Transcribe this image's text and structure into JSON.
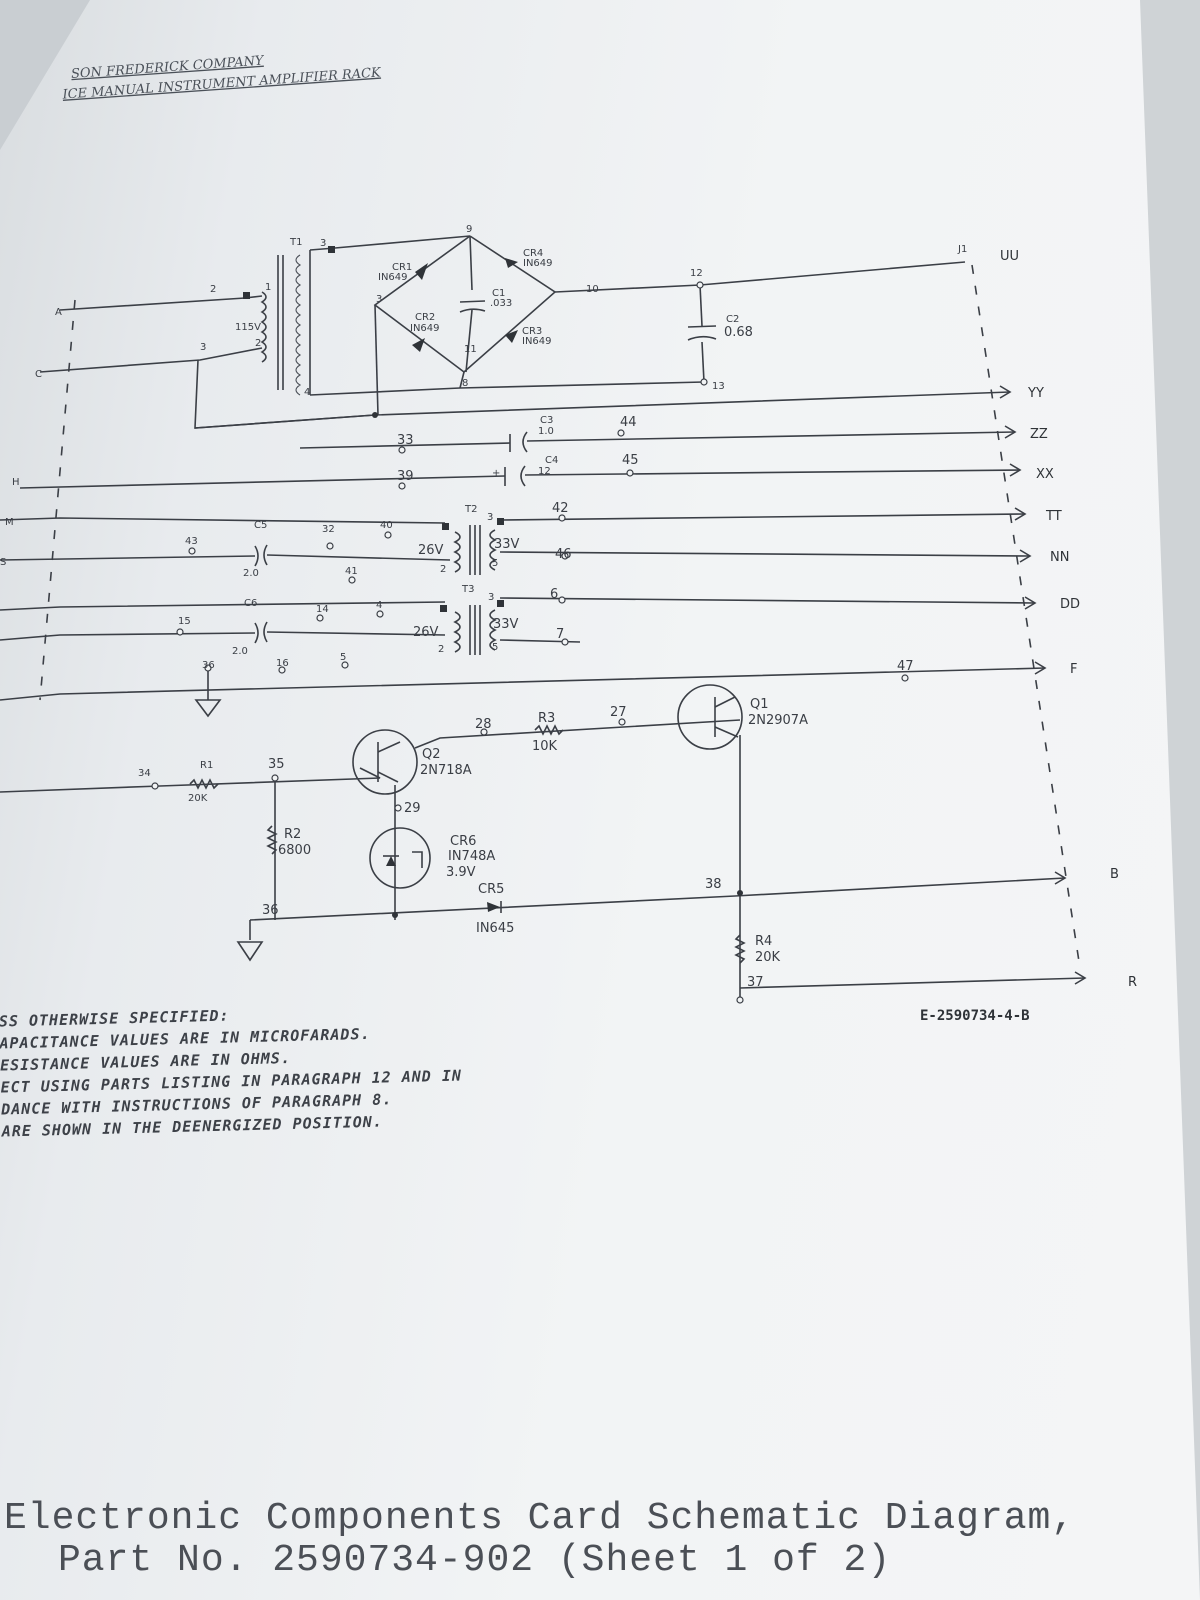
{
  "header": {
    "line1": "SON FREDERICK COMPANY",
    "line2": "ICE MANUAL  INSTRUMENT AMPLIFIER RACK"
  },
  "schematic": {
    "components": {
      "T1": "T1",
      "T1_primary": "115V",
      "CR1": "CR1",
      "CR1_part": "IN649",
      "CR2": "CR2",
      "CR2_part": "IN649",
      "CR3": "CR3",
      "CR3_part": "IN649",
      "CR4": "CR4",
      "CR4_part": "IN649",
      "C1": "C1",
      "C1_value": ".033",
      "C2": "C2",
      "C2_value": "0.68",
      "C3": "C3",
      "C3_value": "1.0",
      "C4": "C4",
      "C4_value": "12",
      "C5": "C5",
      "C5_value": "2.0",
      "C6": "C6",
      "C6_value": "2.0",
      "T2": "T2",
      "T2_primary": "26V",
      "T2_secondary": "33V",
      "T3": "T3",
      "T3_primary": "26V",
      "T3_secondary": "33V",
      "Q1": "Q1",
      "Q1_part": "2N2907A",
      "Q2": "Q2",
      "Q2_part": "2N718A",
      "R1": "R1",
      "R1_value": "20K",
      "R2": "R2",
      "R2_value": "6800",
      "R3": "R3",
      "R3_value": "10K",
      "R4": "R4",
      "R4_value": "20K",
      "CR5": "CR5",
      "CR5_part": "IN645",
      "CR6": "CR6",
      "CR6_part": "IN748A",
      "CR6_voltage": "3.9V",
      "J1": "J1"
    },
    "nodes": {
      "n1": "1",
      "n2": "2",
      "n3": "3",
      "n4": "4",
      "n5": "5",
      "n6": "6",
      "n7": "7",
      "n8": "8",
      "n9": "9",
      "n10": "10",
      "n11": "11",
      "n12": "12",
      "n13": "13",
      "n14": "14",
      "n15": "15",
      "n16": "16",
      "n27": "27",
      "n28": "28",
      "n29": "29",
      "n32": "32",
      "n33": "33",
      "n34": "34",
      "n35": "35",
      "n36": "36",
      "n37": "37",
      "n38": "38",
      "n39": "39",
      "n40": "40",
      "n41": "41",
      "n42": "42",
      "n43": "43",
      "n44": "44",
      "n45": "45",
      "n46": "46",
      "n47": "47",
      "t1_3": "3",
      "t1_2": "2",
      "t2_3": "3",
      "t2_5": "5",
      "t2_2": "2",
      "t3_3": "3",
      "t3_5": "5",
      "t3_2": "2"
    },
    "left_pins": [
      "A",
      "C",
      "H",
      "M",
      "S"
    ],
    "outputs": [
      "UU",
      "YY",
      "ZZ",
      "XX",
      "TT",
      "NN",
      "DD",
      "F",
      "B",
      "R"
    ],
    "drawing_number": "E-2590734-4-B"
  },
  "notes": [
    "SS OTHERWISE SPECIFIED:",
    "APACITANCE VALUES ARE IN MICROFARADS.",
    "ESISTANCE VALUES ARE IN OHMS.",
    "ECT USING PARTS LISTING IN PARAGRAPH 12 AND IN",
    "DANCE WITH INSTRUCTIONS OF PARAGRAPH 8.",
    "ARE SHOWN IN THE DEENERGIZED POSITION."
  ],
  "caption": {
    "line1": "Electronic Components Card Schematic Diagram,",
    "line2": "Part No. 2590734-902 (Sheet 1 of 2)"
  }
}
